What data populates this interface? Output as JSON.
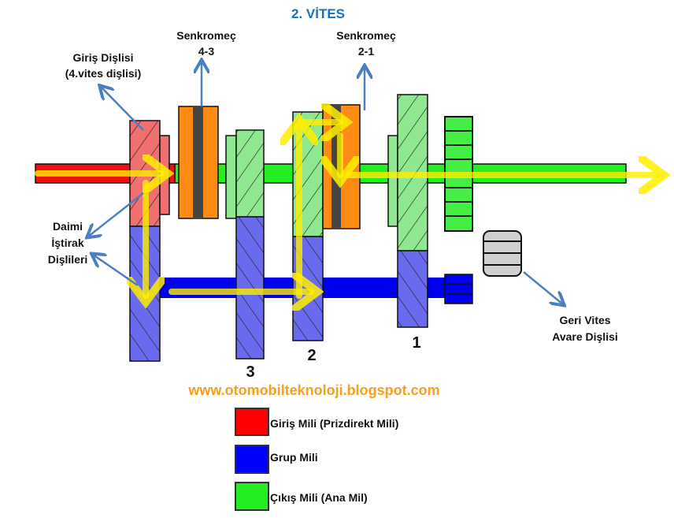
{
  "title": "2. VİTES",
  "labels": {
    "synchro_43": [
      "Senkromeç",
      "4-3"
    ],
    "synchro_21": [
      "Senkromeç",
      "2-1"
    ],
    "input_gear": [
      "Giriş Dişlisi",
      "(4.vites dişlisi)"
    ],
    "constant_mesh": [
      "Daimi",
      "İştirak",
      "Dişlileri"
    ],
    "reverse_idler": [
      "Geri Vites",
      "Avare Dişlisi"
    ],
    "gear_numbers": [
      "3",
      "2",
      "1"
    ]
  },
  "website": "www.otomobilteknoloji.blogspot.com",
  "legend": [
    {
      "label": "Giriş Mili (Prizdirekt Mili)",
      "color": "#ff0000"
    },
    {
      "label": "Grup Mili",
      "color": "#0000ff"
    },
    {
      "label": "Çıkış Mili (Ana Mil)",
      "color": "#22ee22"
    }
  ],
  "colors": {
    "title": "#1a6fc0",
    "website": "#f5a020",
    "power_flow": "#ffee00",
    "callout_arrow": "#4a7fc0"
  }
}
